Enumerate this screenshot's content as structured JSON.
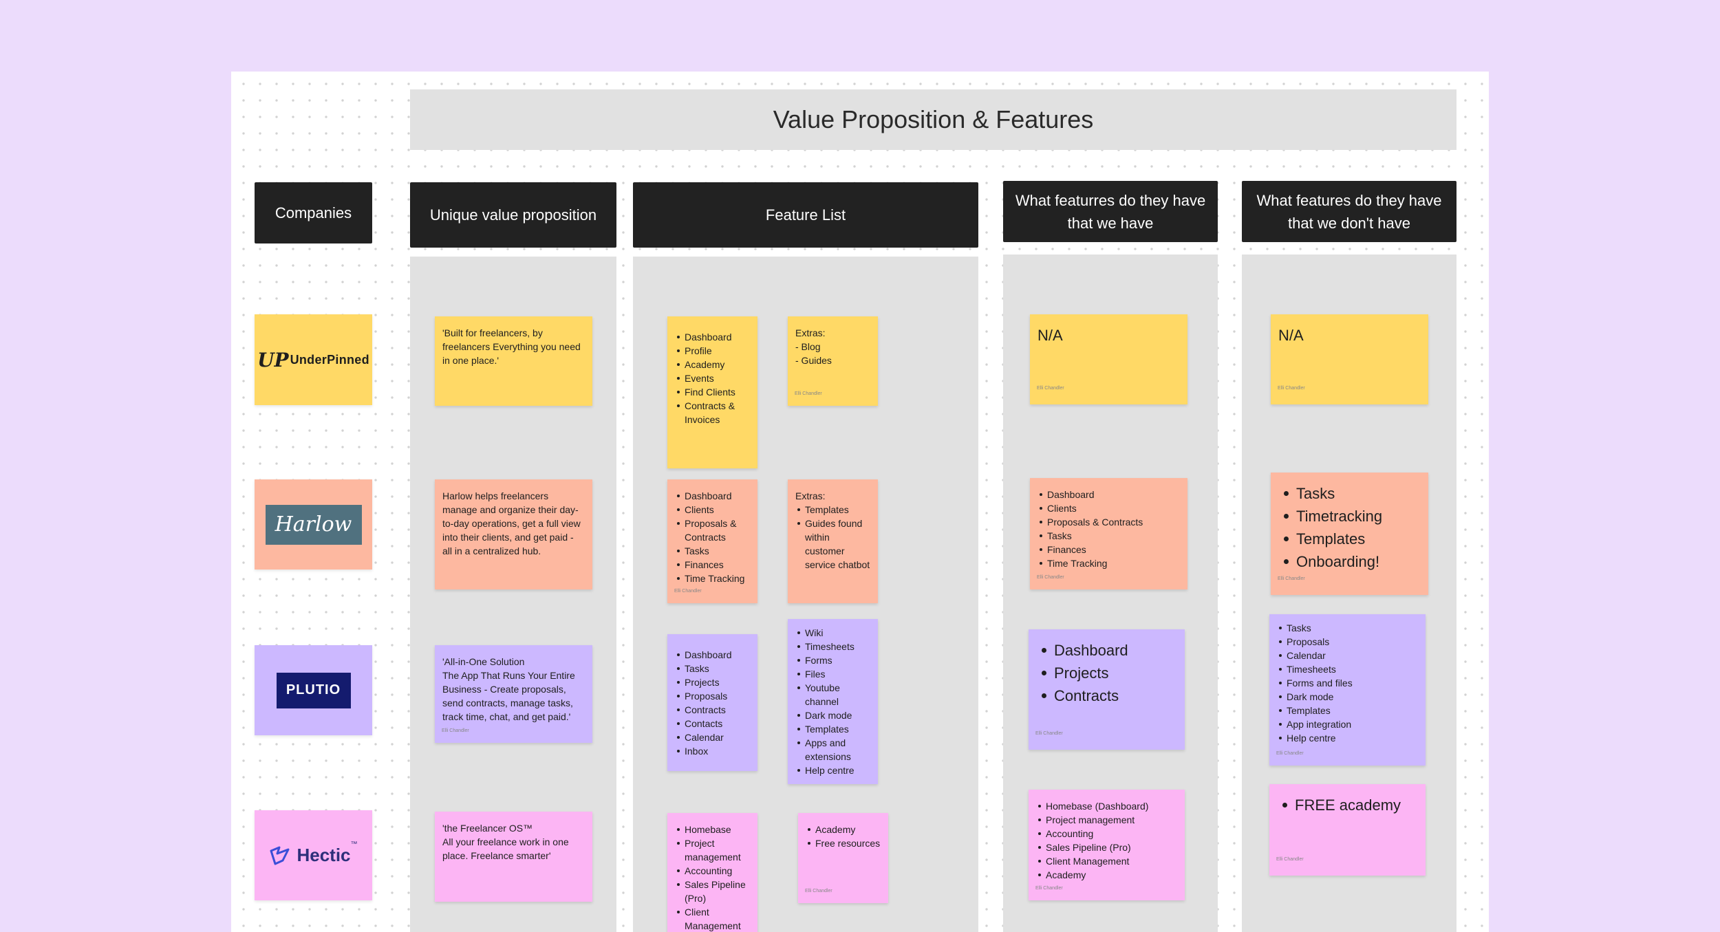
{
  "board": {
    "title": "Value Proposition & Features"
  },
  "headers": {
    "companies": "Companies",
    "uvp": "Unique value proposition",
    "features": "Feature List",
    "have": "What featurres do they have that we have",
    "dont_have": "What features do they have that we don't have"
  },
  "companies": {
    "underpinned": {
      "logo_mark": "UP",
      "logo_text": "UnderPinned"
    },
    "harlow": {
      "logo_text": "Harlow"
    },
    "plutio": {
      "logo_text": "PLUTIO"
    },
    "hectic": {
      "logo_text": "Hectic",
      "tm": "™"
    }
  },
  "author": "Elli Chandler",
  "uvp": {
    "underpinned": "'Built for freelancers, by freelancers Everything you need in one place.'",
    "harlow": "Harlow helps freelancers manage and organize their day-to-day operations, get a full view into their clients, and get paid - all in a centralized hub.",
    "plutio": "'All-in-One Solution\nThe App That Runs Your Entire Business - Create proposals, send contracts, manage tasks, track time, chat, and get paid.'",
    "hectic": "'the Freelancer OS™\nAll your freelance work in one place. Freelance smarter'"
  },
  "features": {
    "underpinned": [
      "Dashboard",
      "Profile",
      "Academy",
      "Events",
      "Find Clients",
      "Contracts & Invoices"
    ],
    "underpinned_extras": {
      "heading": "Extras:",
      "items": [
        "- Blog",
        "- Guides"
      ]
    },
    "harlow": [
      "Dashboard",
      "Clients",
      "Proposals & Contracts",
      "Tasks",
      "Finances",
      "Time Tracking"
    ],
    "harlow_extras": {
      "heading": "Extras:",
      "items": [
        "Templates",
        "Guides found within customer service chatbot"
      ]
    },
    "plutio": [
      "Dashboard",
      "Tasks",
      "Projects",
      "Proposals",
      "Contracts",
      "Contacts",
      "Calendar",
      "Inbox"
    ],
    "plutio_extras": [
      "Wiki",
      "Timesheets",
      "Forms",
      "Files",
      "Youtube channel",
      "Dark mode",
      "Templates",
      "Apps and extensions",
      "Help centre"
    ],
    "hectic": [
      "Homebase",
      "Project management",
      "Accounting",
      "Sales Pipeline (Pro)",
      "Client Management"
    ],
    "hectic_extras": [
      "Academy",
      "Free resources"
    ]
  },
  "have": {
    "underpinned": "N/A",
    "harlow": [
      "Dashboard",
      "Clients",
      "Proposals & Contracts",
      "Tasks",
      "Finances",
      "Time Tracking"
    ],
    "plutio": [
      "Dashboard",
      "Projects",
      "Contracts"
    ],
    "hectic": [
      "Homebase (Dashboard)",
      "Project management",
      "Accounting",
      "Sales Pipeline (Pro)",
      "Client Management",
      "Academy"
    ]
  },
  "dont_have": {
    "underpinned": "N/A",
    "harlow": [
      "Tasks",
      "Timetracking",
      "Templates",
      "Onboarding!"
    ],
    "plutio": [
      "Tasks",
      "Proposals",
      "Calendar",
      "Timesheets",
      "Forms and files",
      "Dark mode",
      "Templates",
      "App integration",
      "Help centre"
    ],
    "hectic": [
      "FREE academy"
    ]
  },
  "colors": {
    "background": "#ecdcfc",
    "yellow": "#ffd966",
    "orange": "#fdb8a0",
    "purple": "#ccb8ff",
    "pink": "#fcb5f4",
    "header": "#222222",
    "column": "#e1e1e1"
  }
}
